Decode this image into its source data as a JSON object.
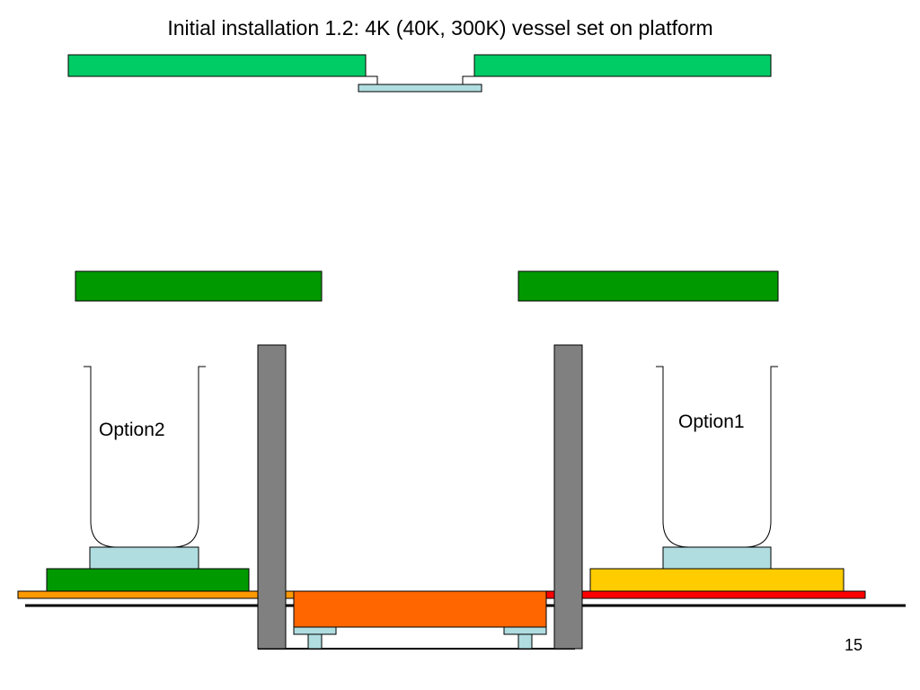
{
  "slide": {
    "title": "Initial installation 1.2: 4K (40K, 300K) vessel set on platform",
    "page_number": "15"
  },
  "labels": {
    "option2": "Option2",
    "option1": "Option1"
  },
  "colors": {
    "top_plate": "#00cc66",
    "upper_plate": "#009900",
    "support_post": "#808080",
    "light_block": "#b0dde0",
    "dark_green_base": "#009900",
    "yellow_base": "#ffcc00",
    "orange_bar": "#ff9900",
    "red_bar": "#ff0000",
    "orange_carriage": "#ff6600",
    "outline": "#000000"
  }
}
